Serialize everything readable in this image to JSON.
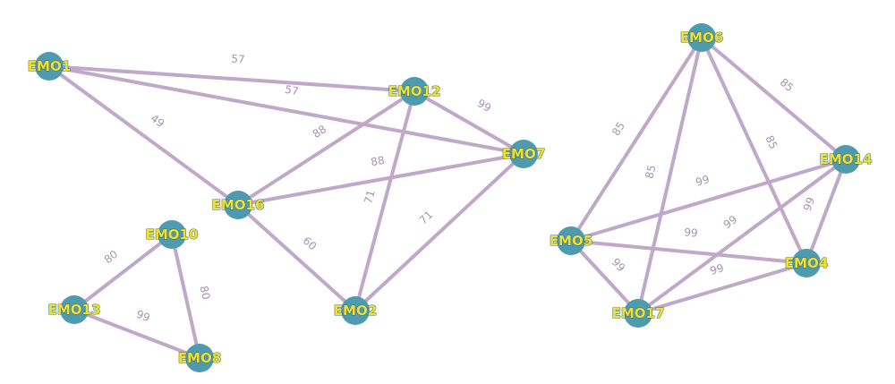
{
  "colors": {
    "edge": "#c0a8c8",
    "node": "#4e9bb0",
    "node_label": "#f0e130",
    "edge_label": "#a993b1"
  },
  "nodes": [
    {
      "id": "EMO1",
      "label": "EMO1"
    },
    {
      "id": "EMO12",
      "label": "EMO12"
    },
    {
      "id": "EMO7",
      "label": "EMO7"
    },
    {
      "id": "EMO16",
      "label": "EMO16"
    },
    {
      "id": "EMO2",
      "label": "EMO2"
    },
    {
      "id": "EMO10",
      "label": "EMO10"
    },
    {
      "id": "EMO13",
      "label": "EMO13"
    },
    {
      "id": "EMO8",
      "label": "EMO8"
    },
    {
      "id": "EMO6",
      "label": "EMO6"
    },
    {
      "id": "EMO14",
      "label": "EMO14"
    },
    {
      "id": "EMO5",
      "label": "EMO5"
    },
    {
      "id": "EMO4",
      "label": "EMO4"
    },
    {
      "id": "EMO17",
      "label": "EMO17"
    }
  ],
  "edges": [
    {
      "source": "EMO1",
      "target": "EMO12",
      "weight": "57"
    },
    {
      "source": "EMO1",
      "target": "EMO7",
      "weight": "57"
    },
    {
      "source": "EMO1",
      "target": "EMO16",
      "weight": "49"
    },
    {
      "source": "EMO12",
      "target": "EMO7",
      "weight": "99"
    },
    {
      "source": "EMO12",
      "target": "EMO16",
      "weight": "88"
    },
    {
      "source": "EMO12",
      "target": "EMO2",
      "weight": "71"
    },
    {
      "source": "EMO7",
      "target": "EMO16",
      "weight": "88"
    },
    {
      "source": "EMO7",
      "target": "EMO2",
      "weight": "71"
    },
    {
      "source": "EMO16",
      "target": "EMO2",
      "weight": "60"
    },
    {
      "source": "EMO10",
      "target": "EMO13",
      "weight": "80"
    },
    {
      "source": "EMO10",
      "target": "EMO8",
      "weight": "80"
    },
    {
      "source": "EMO13",
      "target": "EMO8",
      "weight": "99"
    },
    {
      "source": "EMO6",
      "target": "EMO5",
      "weight": "85"
    },
    {
      "source": "EMO6",
      "target": "EMO17",
      "weight": "85"
    },
    {
      "source": "EMO6",
      "target": "EMO14",
      "weight": "85"
    },
    {
      "source": "EMO6",
      "target": "EMO4",
      "weight": "85"
    },
    {
      "source": "EMO14",
      "target": "EMO5",
      "weight": "99"
    },
    {
      "source": "EMO14",
      "target": "EMO17",
      "weight": "99"
    },
    {
      "source": "EMO14",
      "target": "EMO4",
      "weight": "99"
    },
    {
      "source": "EMO5",
      "target": "EMO4",
      "weight": "99"
    },
    {
      "source": "EMO5",
      "target": "EMO17",
      "weight": "99"
    },
    {
      "source": "EMO17",
      "target": "EMO4",
      "weight": "99"
    }
  ]
}
